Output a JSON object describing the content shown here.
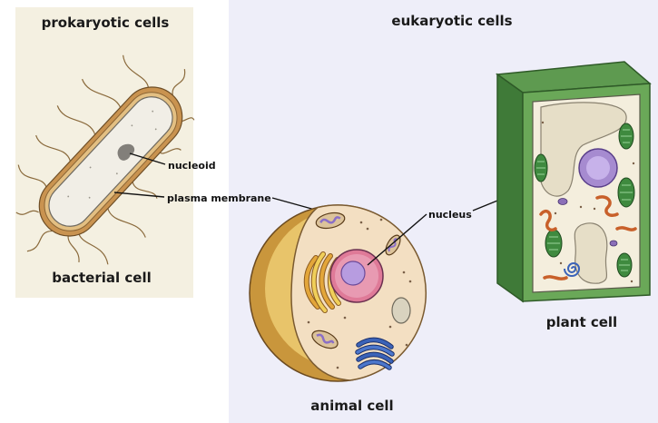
{
  "diagram": {
    "prokaryotic": {
      "title": "prokaryotic cells",
      "caption": "bacterial cell",
      "labels": {
        "nucleoid": "nucleoid",
        "plasma_membrane": "plasma membrane"
      }
    },
    "eukaryotic": {
      "title": "eukaryotic cells",
      "animal_caption": "animal cell",
      "plant_caption": "plant cell",
      "labels": {
        "nucleus": "nucleus"
      }
    }
  },
  "colors": {
    "prokaryotic_panel": "#f4f0e1",
    "eukaryotic_panel": "#eeeef9"
  }
}
